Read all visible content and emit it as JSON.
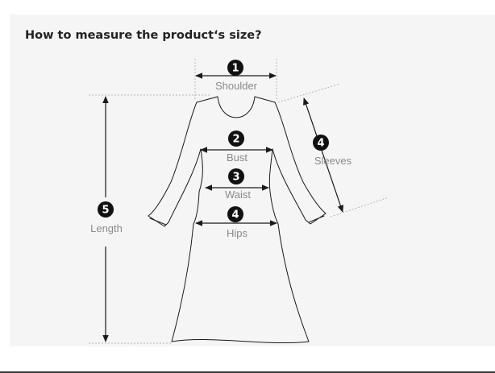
{
  "title": "How to measure the product‘s size?",
  "measurements": [
    {
      "number": "1",
      "label": "Shoulder"
    },
    {
      "number": "2",
      "label": "Bust"
    },
    {
      "number": "3",
      "label": "Waist"
    },
    {
      "number": "4",
      "label": "Hips"
    },
    {
      "number": "4",
      "label": "Sleeves"
    },
    {
      "number": "5",
      "label": "Length"
    }
  ],
  "colors": {
    "background": "#f5f5f5",
    "line": "#1a1a1a",
    "badge": "#111111",
    "label": "#8a8a8a"
  },
  "icons": [
    "dress-outline-icon",
    "arrow-icon"
  ]
}
